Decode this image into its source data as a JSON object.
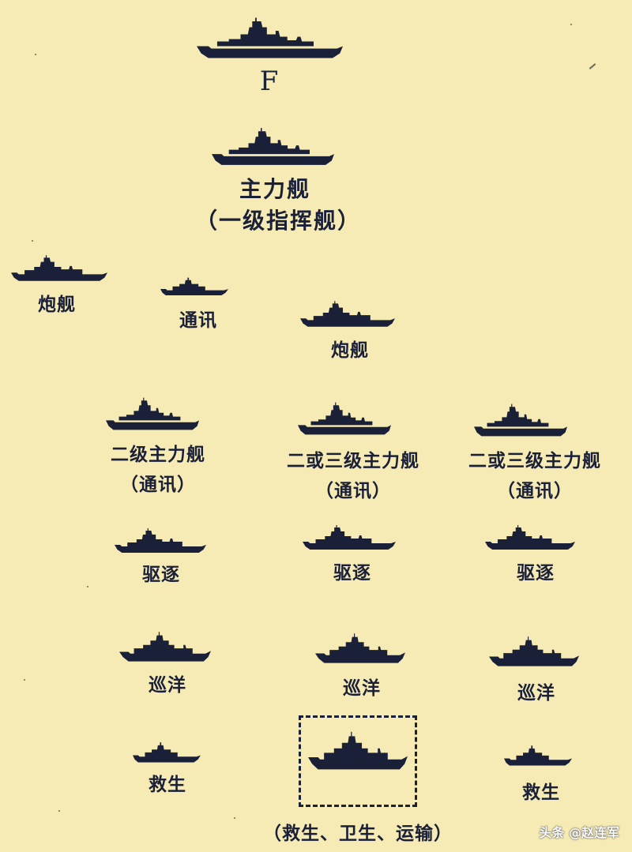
{
  "colors": {
    "background": "#f6ebb4",
    "ink": "#1b2039"
  },
  "nodes": [
    {
      "id": "flagship",
      "label": "F",
      "sub": ""
    },
    {
      "id": "main-ship",
      "label": "主力舰",
      "sub": "（一级指挥舰）"
    },
    {
      "id": "gun-left",
      "label": "炮舰",
      "sub": ""
    },
    {
      "id": "comms",
      "label": "通讯",
      "sub": ""
    },
    {
      "id": "gun-center",
      "label": "炮舰",
      "sub": ""
    },
    {
      "id": "second-main",
      "label": "二级主力舰",
      "sub": "（通讯）"
    },
    {
      "id": "secthird-a",
      "label": "二或三级主力舰",
      "sub": "（通讯）"
    },
    {
      "id": "secthird-b",
      "label": "二或三级主力舰",
      "sub": "（通讯）"
    },
    {
      "id": "destroyer-1",
      "label": "驱逐",
      "sub": ""
    },
    {
      "id": "destroyer-2",
      "label": "驱逐",
      "sub": ""
    },
    {
      "id": "destroyer-3",
      "label": "驱逐",
      "sub": ""
    },
    {
      "id": "cruiser-1",
      "label": "巡洋",
      "sub": ""
    },
    {
      "id": "cruiser-2",
      "label": "巡洋",
      "sub": ""
    },
    {
      "id": "cruiser-3",
      "label": "巡洋",
      "sub": ""
    },
    {
      "id": "rescue-1",
      "label": "救生",
      "sub": ""
    },
    {
      "id": "support",
      "label": "（救生、卫生、运输）",
      "sub": ""
    },
    {
      "id": "rescue-3",
      "label": "救生",
      "sub": ""
    }
  ],
  "watermark": "头条 @赵连军"
}
